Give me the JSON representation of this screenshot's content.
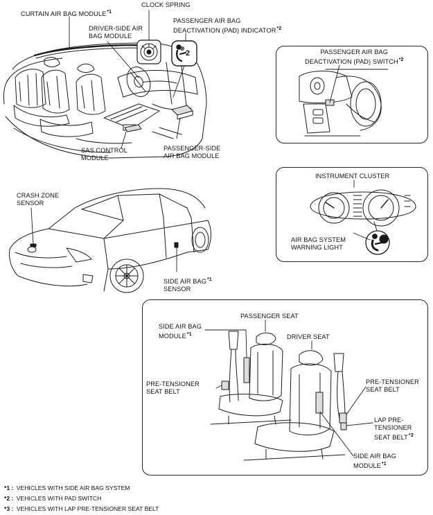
{
  "labels": {
    "curtain": {
      "text": "CURTAIN AIR BAG MODULE",
      "mark": "*1"
    },
    "clock_spring": {
      "text": "CLOCK SPRING"
    },
    "driver_airbag": {
      "line1": "DRIVER-SIDE AIR",
      "line2": "BAG MODULE"
    },
    "pad_indicator": {
      "line1": "PASSENGER AIR BAG",
      "line2": "DEACTIVATION (PAD) INDICATOR",
      "mark": "*2"
    },
    "pad_switch": {
      "line1": "PASSENGER AIR BAG",
      "line2": "DEACTIVATION (PAD) SWITCH",
      "mark": "*2"
    },
    "sas": {
      "line1": "SAS CONTROL",
      "line2": "MODULE"
    },
    "passenger_airbag": {
      "line1": "PASSENGER-SIDE",
      "line2": "AIR BAG MODULE"
    },
    "instrument_cluster": {
      "text": "INSTRUMENT CLUSTER"
    },
    "crash_zone": {
      "line1": "CRASH ZONE",
      "line2": "SENSOR"
    },
    "warning_light": {
      "line1": "AIR BAG SYSTEM",
      "line2": "WARNING LIGHT"
    },
    "side_sensor": {
      "line1": "SIDE AIR BAG",
      "line2": "SENSOR",
      "mark": "*1"
    },
    "passenger_seat": {
      "text": "PASSENGER SEAT"
    },
    "driver_seat": {
      "text": "DRIVER SEAT"
    },
    "side_module_left": {
      "line1": "SIDE AIR BAG",
      "line2": "MODULE",
      "mark": "*1"
    },
    "pretensioner_left": {
      "line1": "PRE-TENSIONER",
      "line2": "SEAT BELT"
    },
    "pretensioner_right": {
      "line1": "PRE-TENSIONER",
      "line2": "SEAT BELT"
    },
    "lap_pretensioner": {
      "line1": "LAP PRE-",
      "line2": "TENSIONER",
      "line3": "SEAT BELT",
      "mark": "*3"
    },
    "side_module_right": {
      "line1": "SIDE AIR BAG",
      "line2": "MODULE",
      "mark": "*1"
    },
    "pad_icon_sub": "2"
  },
  "footnotes": [
    {
      "mark": "*1 :",
      "text": "VEHICLES WITH SIDE AIR BAG SYSTEM"
    },
    {
      "mark": "*2 :",
      "text": "VEHICLES WITH PAD SWITCH"
    },
    {
      "mark": "*3 :",
      "text": "VEHICLES WITH LAP PRE-TENSIONER SEAT BELT"
    }
  ],
  "colors": {
    "line": "#1a1a1a",
    "panel_border": "#222222",
    "background": "#ffffff"
  }
}
